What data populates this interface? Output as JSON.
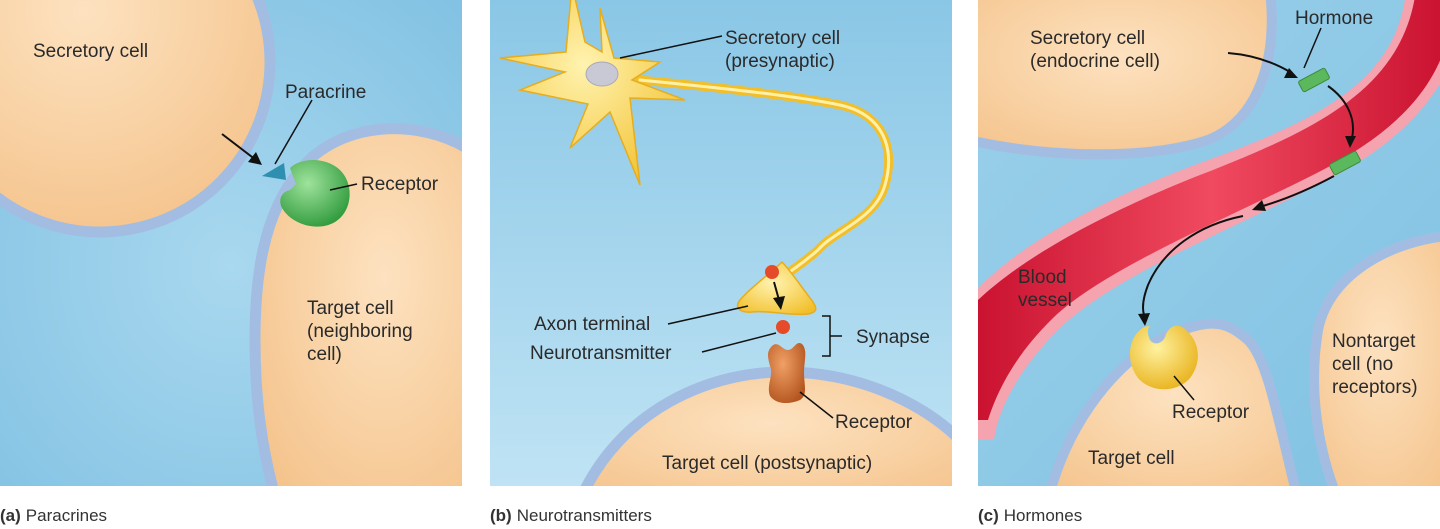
{
  "panels": [
    {
      "caption_letter": "(a)",
      "caption_text": "Paracrines",
      "labels": {
        "secretory": "Secretory cell",
        "paracrine": "Paracrine",
        "receptor": "Receptor",
        "target_l1": "Target cell",
        "target_l2": "(neighboring",
        "target_l3": "cell)"
      }
    },
    {
      "caption_letter": "(b)",
      "caption_text": "Neurotransmitters",
      "labels": {
        "secretory_l1": "Secretory cell",
        "secretory_l2": "(presynaptic)",
        "axon": "Axon terminal",
        "neuro": "Neurotransmitter",
        "synapse": "Synapse",
        "receptor": "Receptor",
        "target": "Target cell (postsynaptic)"
      }
    },
    {
      "caption_letter": "(c)",
      "caption_text": "Hormones",
      "labels": {
        "secretory_l1": "Secretory cell",
        "secretory_l2": "(endocrine cell)",
        "hormone": "Hormone",
        "blood_l1": "Blood",
        "blood_l2": "vessel",
        "nontarget_l1": "Nontarget",
        "nontarget_l2": "cell (no",
        "nontarget_l3": "receptors)",
        "receptor": "Receptor",
        "target": "Target cell"
      }
    }
  ],
  "colors": {
    "background_blue": "#8ec9e6",
    "cell_fill": "#f8cd9a",
    "membrane": "#9cb8de",
    "receptor_green": "#3fae4c",
    "paracrine_blue": "#2f8fb0",
    "neuron_yellow": "#f6cb3c",
    "vessel_red": "#e42b45",
    "hormone_green": "#5cb85c",
    "receptor_brown": "#c9692d"
  }
}
